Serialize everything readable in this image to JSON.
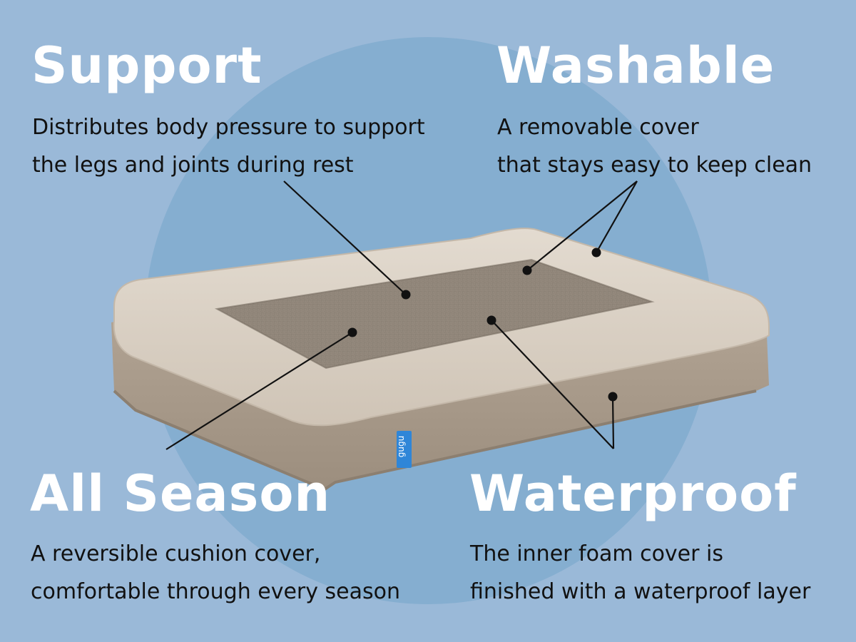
{
  "features": {
    "support": {
      "title": "Support",
      "line1": "Distributes body pressure to support",
      "line2": "the legs and joints during rest"
    },
    "washable": {
      "title": "Washable",
      "line1": "A removable cover",
      "line2": "that stays easy to keep clean"
    },
    "all_season": {
      "title": "All Season",
      "line1": "A reversible cushion cover,",
      "line2": "comfortable through every season"
    },
    "waterproof": {
      "title": "Waterproof",
      "line1": "The inner foam cover is",
      "line2": "finished with a waterproof layer"
    }
  },
  "product": {
    "brand_tag": "gugu"
  },
  "colors": {
    "background": "#9ab9d8",
    "circle": "#85aed0",
    "heading": "#ffffff",
    "body_text": "#111111",
    "bolster": "#d6ccc0",
    "base": "#a99a89",
    "cushion": "#8e8377",
    "brand_tag": "#2f86d8"
  }
}
